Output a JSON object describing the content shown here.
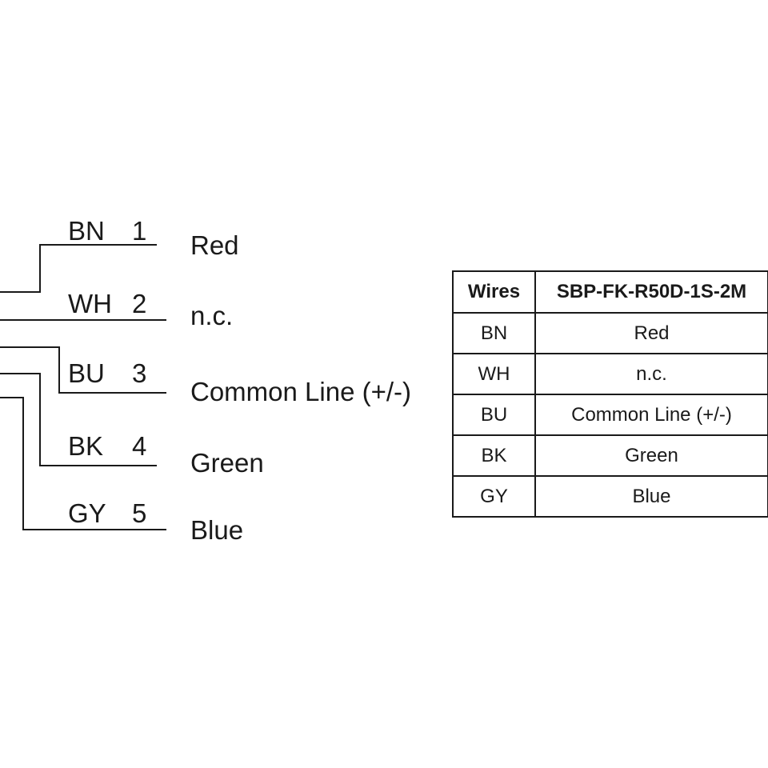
{
  "diagram": {
    "wires": [
      {
        "code": "BN",
        "pin": "1",
        "signal": "Red"
      },
      {
        "code": "WH",
        "pin": "2",
        "signal": "n.c."
      },
      {
        "code": "BU",
        "pin": "3",
        "signal": "Common Line (+/-)"
      },
      {
        "code": "BK",
        "pin": "4",
        "signal": "Green"
      },
      {
        "code": "GY",
        "pin": "5",
        "signal": "Blue"
      }
    ]
  },
  "table": {
    "headers": [
      "Wires",
      "SBP-FK-R50D-1S-2M"
    ],
    "rows": [
      [
        "BN",
        "Red"
      ],
      [
        "WH",
        "n.c."
      ],
      [
        "BU",
        "Common Line (+/-)"
      ],
      [
        "BK",
        "Green"
      ],
      [
        "GY",
        "Blue"
      ]
    ]
  }
}
